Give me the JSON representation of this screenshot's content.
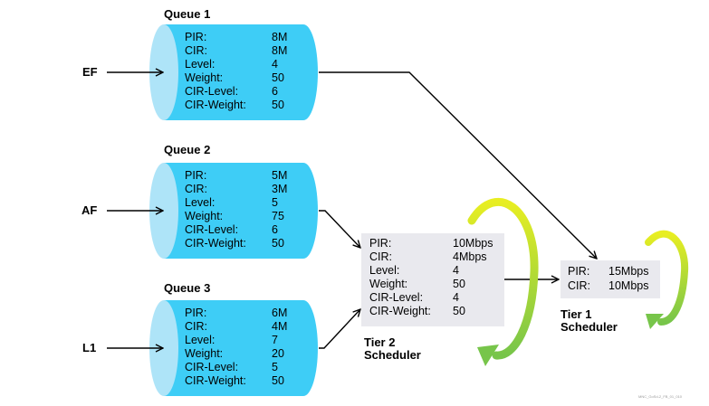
{
  "queues": [
    {
      "title": "Queue 1",
      "flow": "EF",
      "params": [
        {
          "key": "PIR:",
          "value": "8M"
        },
        {
          "key": "CIR:",
          "value": "8M"
        },
        {
          "key": "Level:",
          "value": "4"
        },
        {
          "key": "Weight:",
          "value": "50"
        },
        {
          "key": "CIR-Level:",
          "value": "6"
        },
        {
          "key": "CIR-Weight:",
          "value": "50"
        }
      ]
    },
    {
      "title": "Queue 2",
      "flow": "AF",
      "params": [
        {
          "key": "PIR:",
          "value": "5M"
        },
        {
          "key": "CIR:",
          "value": "3M"
        },
        {
          "key": "Level:",
          "value": "5"
        },
        {
          "key": "Weight:",
          "value": "75"
        },
        {
          "key": "CIR-Level:",
          "value": "6"
        },
        {
          "key": "CIR-Weight:",
          "value": "50"
        }
      ]
    },
    {
      "title": "Queue 3",
      "flow": "L1",
      "params": [
        {
          "key": "PIR:",
          "value": "6M"
        },
        {
          "key": "CIR:",
          "value": "4M"
        },
        {
          "key": "Level:",
          "value": "7"
        },
        {
          "key": "Weight:",
          "value": "20"
        },
        {
          "key": "CIR-Level:",
          "value": "5"
        },
        {
          "key": "CIR-Weight:",
          "value": "50"
        }
      ]
    }
  ],
  "tier2": {
    "label_line1": "Tier 2",
    "label_line2": "Scheduler",
    "params": [
      {
        "key": "PIR:",
        "value": "10Mbps"
      },
      {
        "key": "CIR:",
        "value": "4Mbps"
      },
      {
        "key": "Level:",
        "value": "4"
      },
      {
        "key": "Weight:",
        "value": "50"
      },
      {
        "key": "CIR-Level:",
        "value": "4"
      },
      {
        "key": "CIR-Weight:",
        "value": "50"
      }
    ]
  },
  "tier1": {
    "label_line1": "Tier 1",
    "label_line2": "Scheduler",
    "params": [
      {
        "key": "PIR:",
        "value": "15Mbps"
      },
      {
        "key": "CIR:",
        "value": "10Mbps"
      }
    ]
  },
  "figure_id": "MNC_GoSd-2_FB_01_010",
  "colors": {
    "cylinder_body": "#3ecdf6",
    "cylinder_end": "#aee4f8",
    "scheduler_box": "#e9e9ee",
    "arrow_yellow": "#e8ee22",
    "arrow_green": "#77c54a"
  }
}
